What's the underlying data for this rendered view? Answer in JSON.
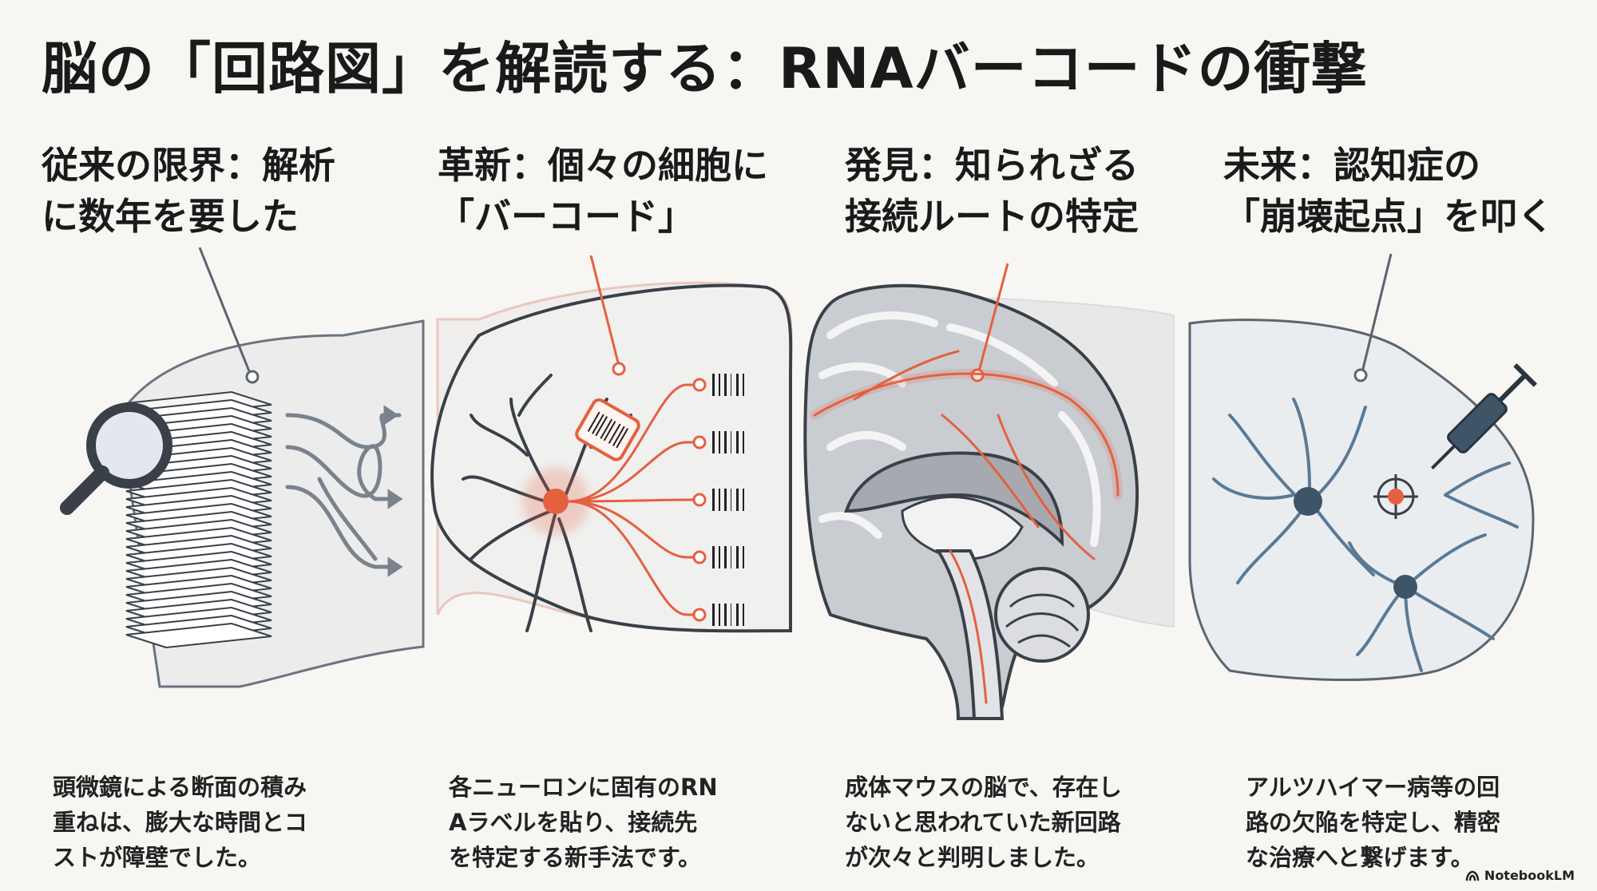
{
  "title": "脳の「回路図」を解読する：RNAバーコードの衝撃",
  "panels": [
    {
      "heading": [
        "従来の限界：解析",
        "に数年を要した"
      ],
      "description": [
        "頭微鏡による断面の積み",
        "重ねは、膨大な時間とコ",
        "ストが障壁でした。"
      ]
    },
    {
      "heading": [
        "革新：個々の細胞に",
        "「バーコード」"
      ],
      "description": [
        "各ニューロンに固有のRN",
        "Aラベルを貼り、接続先",
        "を特定する新手法です。"
      ]
    },
    {
      "heading": [
        "発見：知られざる",
        "接続ルートの特定"
      ],
      "description": [
        "成体マウスの脳で、存在し",
        "ないと思われていた新回路",
        "が次々と判明しました。"
      ]
    },
    {
      "heading": [
        "未来：認知症の",
        "「崩壊起点」を叩く"
      ],
      "description": [
        "アルツハイマー病等の回",
        "路の欠陥を特定し、精密",
        "な治療へと繋げます。"
      ]
    }
  ],
  "brand": "NotebookLM",
  "colors": {
    "accent": "#e5603f",
    "outline": "#5b6470",
    "neuron_blue": "#5a7a96",
    "panel_fill": "#eeeeee"
  }
}
